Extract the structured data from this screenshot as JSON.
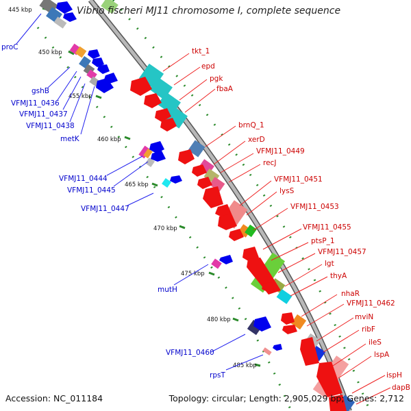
{
  "title": "Vibrio fischeri MJ11 chromosome I, complete sequence",
  "footer": {
    "accession": "Accession: NC_011184",
    "topology": "Topology: circular; Length: 2,905,029 bp; Genes: 2,712"
  },
  "ticks": [
    "445 kbp",
    "450 kbp",
    "455 kbp",
    "460 kbp",
    "465 kbp",
    "470 kbp",
    "475 kbp",
    "480 kbp",
    "485 kbp"
  ],
  "genes_left": [
    "proC",
    "gshB",
    "VFMJ11_0436",
    "VFMJ11_0437",
    "VFMJ11_0438",
    "metK",
    "VFMJ11_0444",
    "VFMJ11_0445",
    "VFMJ11_0447",
    "mutH",
    "VFMJ11_0460",
    "rpsT"
  ],
  "genes_right": [
    "tkt_1",
    "epd",
    "pgk",
    "fbaA",
    "brnQ_1",
    "xerD",
    "VFMJ11_0449",
    "recJ",
    "VFMJ11_0451",
    "lysS",
    "VFMJ11_0453",
    "VFMJ11_0455",
    "ptsP_1",
    "VFMJ11_0457",
    "lgt",
    "thyA",
    "nhaR",
    "VFMJ11_0462",
    "mviN",
    "ribF",
    "ileS",
    "lspA",
    "ispH",
    "dapB"
  ],
  "colors": {
    "backbone": "#a8a8a8",
    "forward_genes": "#0000ee",
    "reverse_genes": "#ee0000",
    "left_labels": "#0000cc",
    "right_labels": "#cc0000",
    "tick_marks": "#228822"
  }
}
